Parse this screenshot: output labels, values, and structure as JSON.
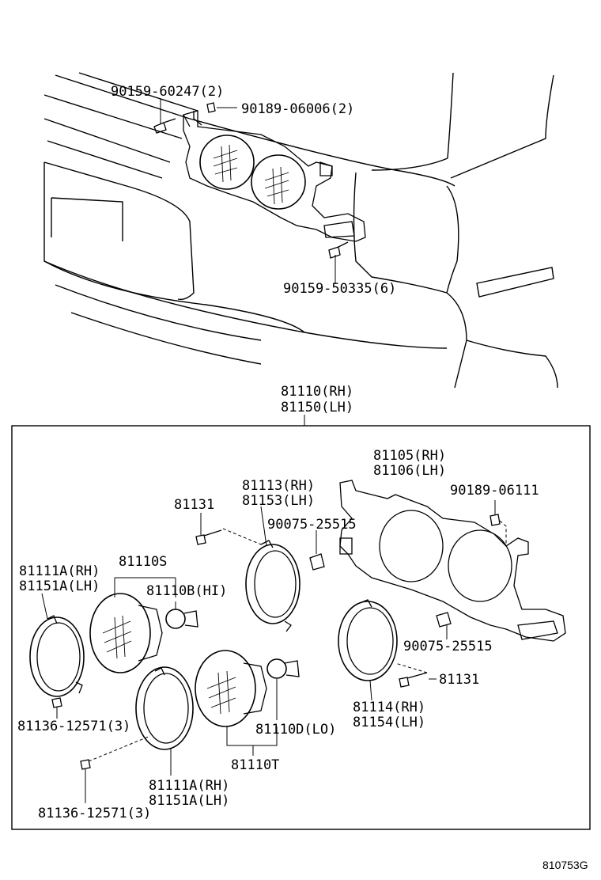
{
  "labels": {
    "l_90159_60247": "90159-60247(2)",
    "l_90189_06006": "90189-06006(2)",
    "l_90159_50335": "90159-50335(6)",
    "l_81110_rh": "81110(RH)",
    "l_81150_lh": "81150(LH)",
    "l_81105_rh": "81105(RH)",
    "l_81106_lh": "81106(LH)",
    "l_90189_06111": "90189-06111",
    "l_81113_rh": "81113(RH)",
    "l_81153_lh": "81153(LH)",
    "l_81131_top": "81131",
    "l_90075_top": "90075-25515",
    "l_81110s": "81110S",
    "l_81111a_rh_top": "81111A(RH)",
    "l_81151a_lh_top": "81151A(LH)",
    "l_81110b": "81110B(HI)",
    "l_90075_bottom": "90075-25515",
    "l_81131_bottom": "81131",
    "l_81114_rh": "81114(RH)",
    "l_81154_lh": "81154(LH)",
    "l_81136_top": "81136-12571(3)",
    "l_81110d": "81110D(LO)",
    "l_81110t": "81110T",
    "l_81111a_rh_bottom": "81111A(RH)",
    "l_81151a_lh_bottom": "81151A(LH)",
    "l_81136_bottom": "81136-12571(3)"
  },
  "diagram_code": "810753G"
}
